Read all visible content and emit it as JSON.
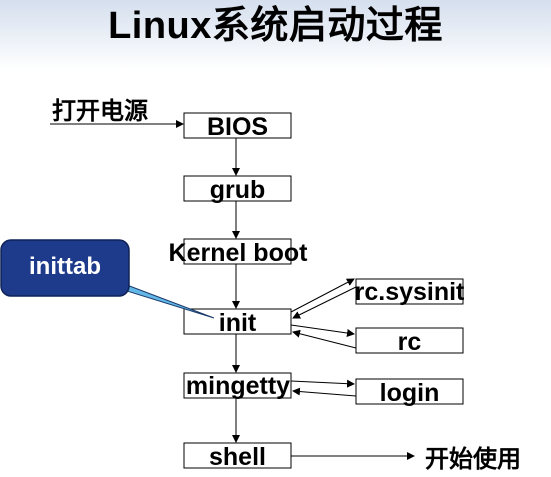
{
  "title": "Linux系统启动过程",
  "start_label": "打开电源",
  "end_label": "开始使用",
  "callout": "inittab",
  "stages": {
    "bios": "BIOS",
    "grub": "grub",
    "kernel": "Kernel boot",
    "init": "init",
    "mingetty": "mingetty",
    "shell": "shell"
  },
  "side_nodes": {
    "rcsysinit": "rc.sysinit",
    "rc": "rc",
    "login": "login"
  },
  "colors": {
    "callout_fill": "#1e3a8a",
    "callout_pointer": "#63b7e6"
  }
}
